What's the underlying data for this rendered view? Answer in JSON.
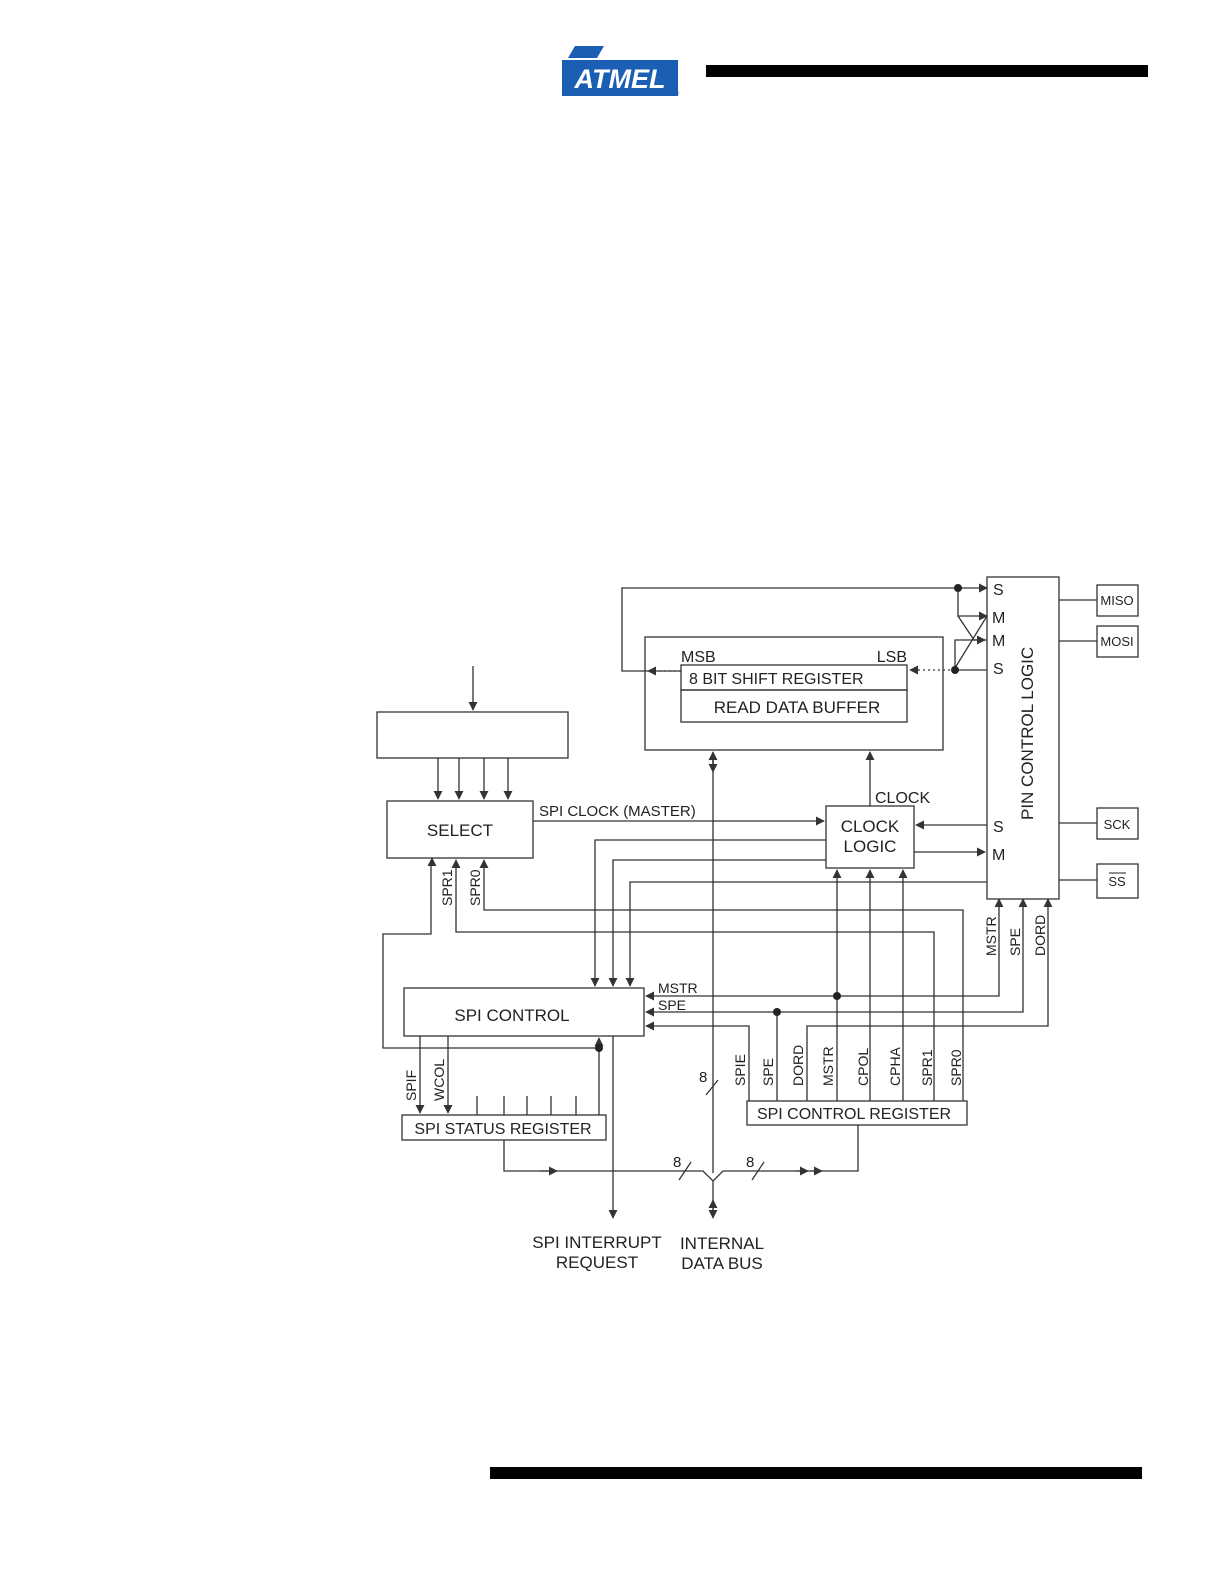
{
  "header": {
    "logo_text": "ATMEL",
    "logo_mark": "®",
    "logo_color": "#1a5fb4"
  },
  "diagram": {
    "shift_register": "8 BIT SHIFT REGISTER",
    "msb": "MSB",
    "lsb": "LSB",
    "read_buffer": "READ DATA BUFFER",
    "select": "SELECT",
    "spi_clock_master": "SPI CLOCK (MASTER)",
    "clock": "CLOCK",
    "clock_logic_1": "CLOCK",
    "clock_logic_2": "LOGIC",
    "pin_control": "PIN CONTROL LOGIC",
    "pin_s1": "S",
    "pin_m1": "M",
    "pin_m2": "M",
    "pin_s2": "S",
    "pin_s3": "S",
    "pin_m3": "M",
    "miso": "MISO",
    "mosi": "MOSI",
    "sck": "SCK",
    "ss": "SS",
    "spi_control": "SPI CONTROL",
    "mstr_in": "MSTR",
    "spe_in": "SPE",
    "spr1": "SPR1",
    "spr0": "SPR0",
    "pin_mstr": "MSTR",
    "pin_spe": "SPE",
    "pin_dord": "DORD",
    "spif": "SPIF",
    "wcol": "WCOL",
    "status_register": "SPI STATUS REGISTER",
    "control_register": "SPI CONTROL REGISTER",
    "ctrl_bits": [
      "SPIE",
      "SPE",
      "DORD",
      "MSTR",
      "CPOL",
      "CPHA",
      "SPR1",
      "SPR0"
    ],
    "bus_width_1": "8",
    "bus_width_2": "8",
    "bus_width_3": "8",
    "irq_1": "SPI INTERRUPT",
    "irq_2": "REQUEST",
    "bus_1": "INTERNAL",
    "bus_2": "DATA BUS"
  }
}
